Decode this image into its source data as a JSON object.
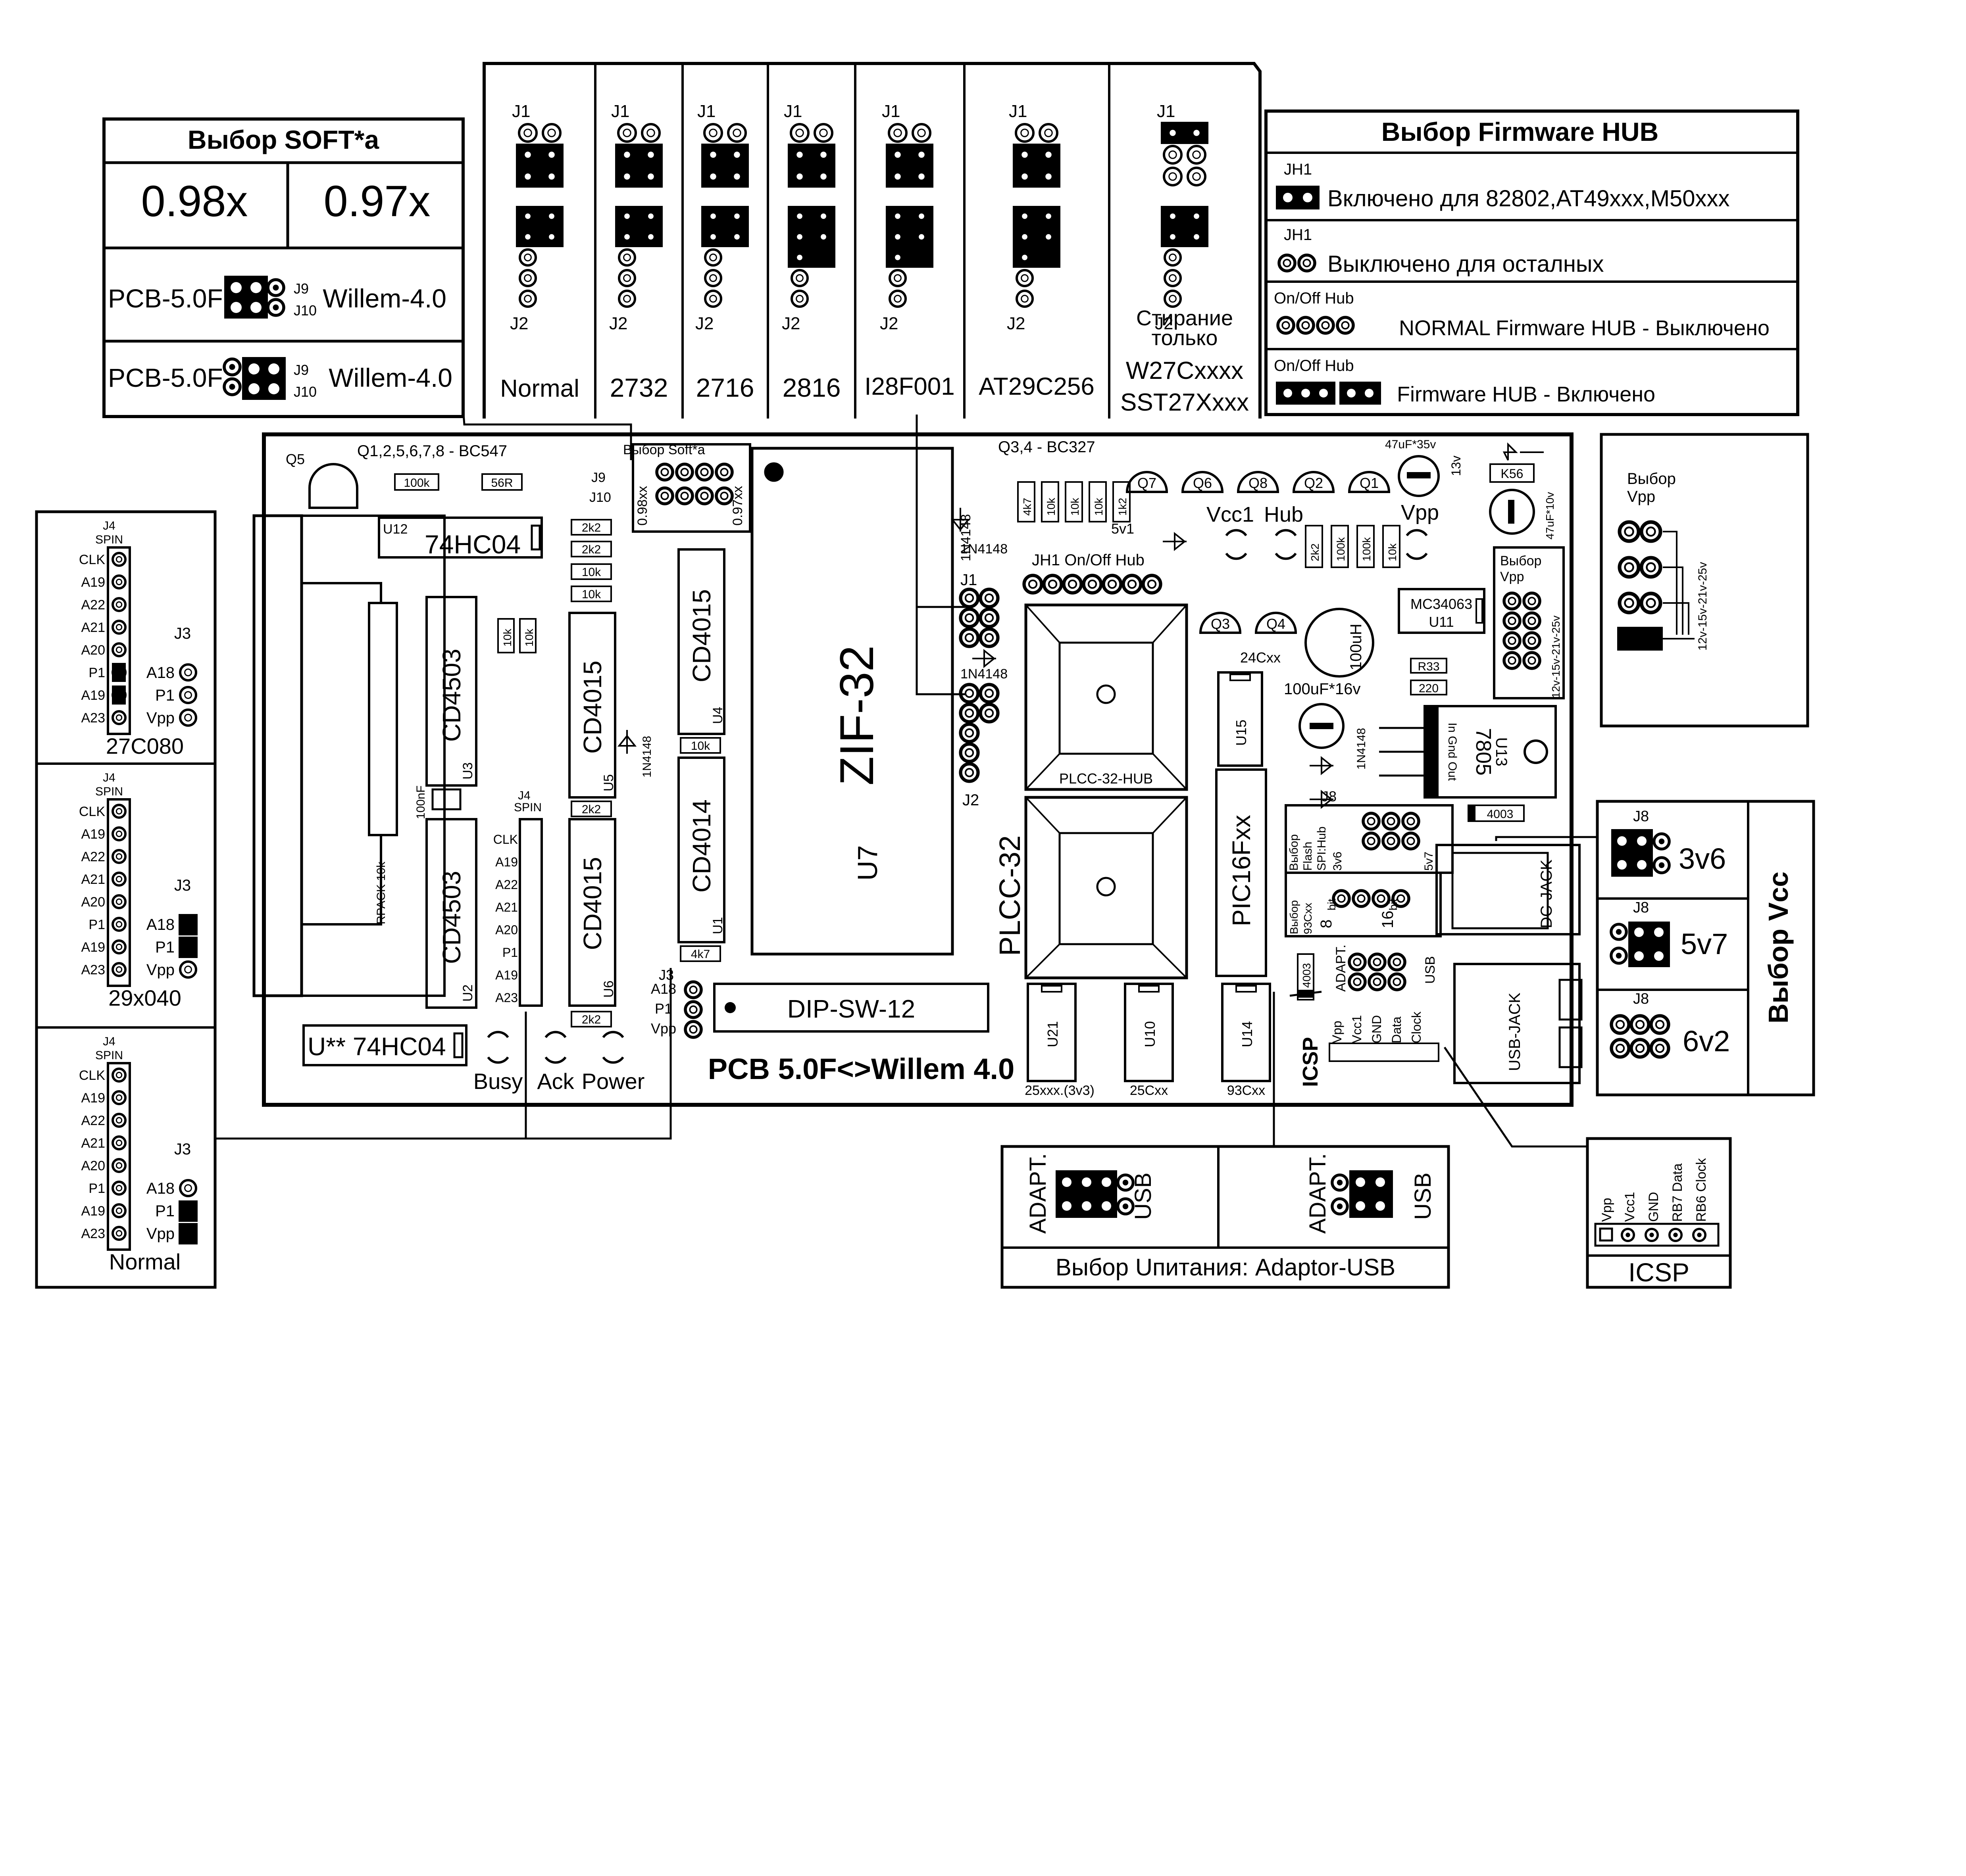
{
  "soft_table": {
    "title": "Выбор SOFT*a",
    "ver_a": "0.98x",
    "ver_b": "0.97x",
    "pcb": "PCB-5.0F",
    "willem": "Willem-4.0",
    "j9": "J9",
    "j10": "J10"
  },
  "eprom_table": {
    "columns": [
      "Normal",
      "2732",
      "2716",
      "2816",
      "I28F001",
      "AT29C256"
    ],
    "last_col": [
      "Стирание",
      "только",
      "W27Cxxxx",
      "SST27Xxxx"
    ],
    "j1": "J1",
    "j2": "J2"
  },
  "firmware_table": {
    "title": "Выбор Firmware HUB",
    "jh1": "JH1",
    "row1": "Включено для 82802,AT49xxx,M50xxx",
    "row2": "Выключено для осталных",
    "onoff": "On/Off Hub",
    "row3": "NORMAL Firmware HUB - Выключено",
    "row4": "Firmware HUB - Включено"
  },
  "vpp_select": {
    "title1": "Выбор",
    "title2": "Vpp",
    "levels": "12v-15v-21v-25v"
  },
  "spin_panels": [
    {
      "label": "27C080",
      "spin": "SPIN",
      "j4": "J4",
      "j3": "J3"
    },
    {
      "label": "29x040",
      "spin": "SPIN",
      "j4": "J4",
      "j3": "J3"
    },
    {
      "label": "Normal",
      "spin": "SPIN",
      "j4": "J4",
      "j3": "J3"
    }
  ],
  "spin_pins": [
    "CLK",
    "A19",
    "A22",
    "A21",
    "A20",
    "P1",
    "A19",
    "A23"
  ],
  "j3_pins": [
    "A18",
    "P1",
    "Vpp"
  ],
  "vcc_select": {
    "title": "Выбор Vcc",
    "j8": "J8",
    "opt1": "3v6",
    "opt2": "5v7",
    "opt3": "6v2"
  },
  "power_select": {
    "adapt": "ADAPT.",
    "usb": "USB",
    "caption": "Выбор Uпитания: Adaptor-USB"
  },
  "icsp": {
    "title": "ICSP",
    "pins": [
      "Vpp",
      "Vcc1",
      "GND",
      "RB7 Data",
      "RB6 Clock"
    ]
  },
  "pcb": {
    "title": "PCB 5.0F<>Willem 4.0",
    "transistors_a": "Q1,2,5,6,7,8 - BC547",
    "transistors_b": "Q3,4 - BC327",
    "q5": "Q5",
    "q_labels": [
      "Q7",
      "Q6",
      "Q8",
      "Q2",
      "Q1",
      "Q3",
      "Q4"
    ],
    "u12": "U12",
    "u12_chip": "74HC04",
    "u_bottom": "U** 74HC04",
    "cd4503_a": "CD4503",
    "cd4503_b": "CD4503",
    "u3": "U3",
    "u2": "U2",
    "cd4015_a": "CD4015",
    "cd4015_b": "CD4015",
    "cd4015_c": "CD4015",
    "cd4014": "CD4014",
    "u5": "U5",
    "u6": "U6",
    "u4": "U4",
    "u1": "U1",
    "zif": "ZIF-32",
    "u7": "U7",
    "rpack": "RPACK 10k",
    "cap100nf": "100nF",
    "diode": "1N4148",
    "soft_header": "Выбор Soft*a",
    "j9": "J9",
    "j10": "J10",
    "v098": "0.98xx",
    "v097": "0.97xx",
    "res": [
      "100k",
      "56R",
      "2k2",
      "2k2",
      "10k",
      "10k",
      "10k",
      "10k",
      "10k",
      "2k2",
      "10k",
      "2k2",
      "4k7",
      "10k",
      "10k",
      "10k",
      "1k2",
      "2k2",
      "100k",
      "100k",
      "10k",
      "R33",
      "220",
      "K56"
    ],
    "dip": "DIP-SW-12",
    "busy": "Busy",
    "ack": "Ack",
    "power": "Power",
    "j3": "J3",
    "j3_pins": [
      "A18",
      "P1",
      "Vpp"
    ],
    "j4": "J4",
    "spin": "SPIN",
    "j4_pins": [
      "CLK",
      "A19",
      "A22",
      "A21",
      "A20",
      "P1",
      "A19",
      "A23"
    ],
    "jh1": "JH1 On/Off Hub",
    "j1": "J1",
    "j2": "J2",
    "plcc_hub": "PLCC-32-HUB",
    "plcc": "PLCC-32",
    "vcc1": "Vcc1",
    "hub": "Hub",
    "vpp": "Vpp",
    "c1": "47uF*35v",
    "c2": "47uF*10v",
    "c3": "100uF*16v",
    "c4": "100uH",
    "v13": "13v",
    "v51": "5v1",
    "mc": "MC34063",
    "u11": "U11",
    "vpp_hdr1": "Выбор",
    "vpp_hdr2": "Vpp",
    "vpp_levels": "12v-15v-21v-25v",
    "reg": "7805",
    "u13": "U13",
    "reg_pins": "In Gnd Out",
    "c24": "24Cxx",
    "u15": "U15",
    "pic": "PIC16Fxx",
    "u21": "U21",
    "u10": "U10",
    "u14": "U14",
    "s25": "25xxx.(3v3)",
    "s25c": "25Cxx",
    "s93": "93Cxx",
    "j8": "J8",
    "flash": [
      "Выбор",
      "Flash",
      "SPI:Hub",
      "3v6",
      "5v7"
    ],
    "sel93": [
      "Выбор",
      "93Cxx",
      "8",
      "bit",
      "16",
      "bit"
    ],
    "d4003": "4003",
    "dcjack": "DC-JACK",
    "usbjack": "USB-JACK",
    "adapt": "ADAPT.",
    "usb": "USB",
    "icsp": "ICSP",
    "icsp_pins": [
      "Vpp",
      "Vcc1",
      "GND",
      "Data",
      "Clock"
    ],
    "d4003b": "4003"
  }
}
